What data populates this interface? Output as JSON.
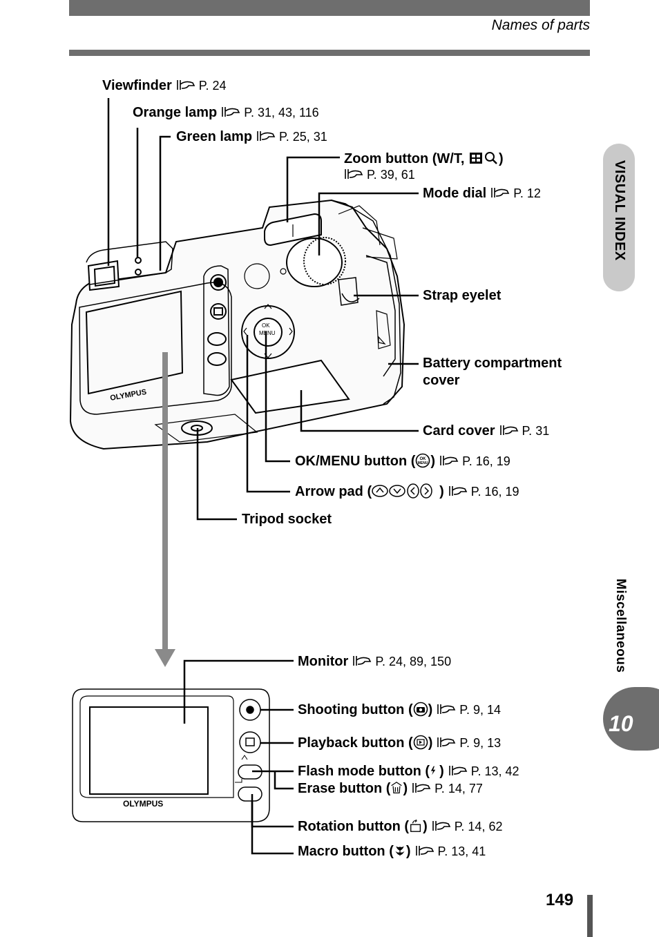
{
  "header": {
    "title": "Names of parts"
  },
  "side_tabs": {
    "visual_index": "VISUAL INDEX",
    "miscellaneous": "Miscellaneous",
    "chapter": "10"
  },
  "page_number": "149",
  "camera": {
    "brand": "OLYMPUS",
    "ok_menu": [
      "OK",
      "MENU"
    ]
  },
  "labels": {
    "viewfinder": {
      "text": "Viewfinder",
      "ref": "P. 24"
    },
    "orange_lamp": {
      "text": "Orange lamp",
      "ref": "P. 31, 43, 116"
    },
    "green_lamp": {
      "text": "Green lamp",
      "ref": "P. 25, 31"
    },
    "zoom_button": {
      "text": "Zoom button (W/T,",
      "close": ")",
      "ref": "P. 39, 61"
    },
    "mode_dial": {
      "text": "Mode dial",
      "ref": "P. 12"
    },
    "strap_eyelet": {
      "text": "Strap eyelet"
    },
    "battery_cover": {
      "line1": "Battery compartment",
      "line2": "cover"
    },
    "card_cover": {
      "text": "Card cover",
      "ref": "P. 31"
    },
    "ok_menu_button": {
      "text": "OK/MENU button (",
      "close": ")",
      "ref": "P. 16, 19"
    },
    "arrow_pad": {
      "text": "Arrow pad (",
      "close": ")",
      "ref": "P. 16, 19"
    },
    "tripod_socket": {
      "text": "Tripod socket"
    },
    "monitor": {
      "text": "Monitor",
      "ref": "P. 24, 89, 150"
    },
    "shooting_button": {
      "text": "Shooting button (",
      "close": ")",
      "ref": "P. 9, 14"
    },
    "playback_button": {
      "text": "Playback button (",
      "close": ")",
      "ref": "P. 9, 13"
    },
    "flash_mode_button": {
      "text": "Flash mode button (",
      "close": ")",
      "ref": "P. 13, 42"
    },
    "erase_button": {
      "text": "Erase button (",
      "close": ")",
      "ref": "P. 14, 77"
    },
    "rotation_button": {
      "text": "Rotation button (",
      "close": ")",
      "ref": "P. 14, 62"
    },
    "macro_button": {
      "text": "Macro button (",
      "close": ")",
      "ref": "P. 13, 41"
    }
  },
  "colors": {
    "bar_gray": "#6e6e6e",
    "tab_gray": "#c9c9c9"
  }
}
